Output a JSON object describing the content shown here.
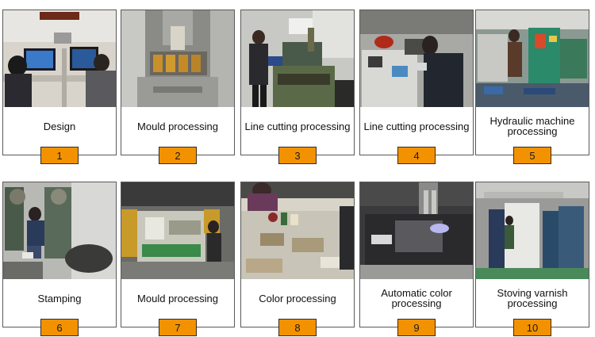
{
  "colors": {
    "badge": "#f39200",
    "border": "#5a5a5a",
    "text": "#111111"
  },
  "steps": [
    {
      "label": "Design",
      "number": "1"
    },
    {
      "label": "Mould processing",
      "number": "2"
    },
    {
      "label": "Line cutting processing",
      "number": "3"
    },
    {
      "label": "Line cutting processing",
      "number": "4"
    },
    {
      "label": "Hydraulic machine processing",
      "number": "5"
    },
    {
      "label": "Stamping",
      "number": "6"
    },
    {
      "label": "Mould processing",
      "number": "7"
    },
    {
      "label": "Color processing",
      "number": "8"
    },
    {
      "label": "Automatic color processing",
      "number": "9"
    },
    {
      "label": "Stoving varnish processing",
      "number": "10"
    }
  ]
}
